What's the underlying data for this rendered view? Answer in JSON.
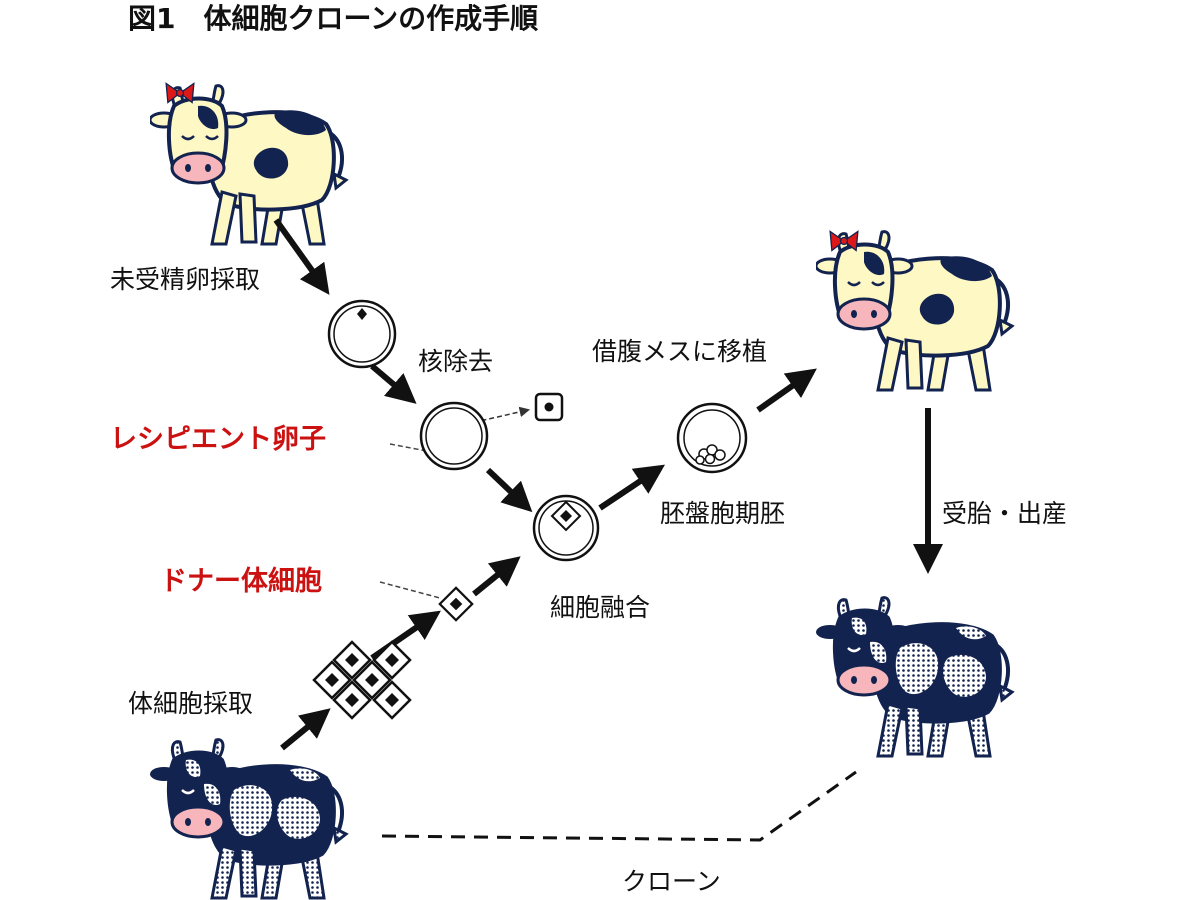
{
  "figure": {
    "title": "図1　体細胞クローンの作成手順"
  },
  "labels": {
    "oocyte_collection": "未受精卵採取",
    "enucleation": "核除去",
    "recipient_oocyte": "レシピエント卵子",
    "donor_cell": "ドナー体細胞",
    "somatic_collection": "体細胞採取",
    "cell_fusion": "細胞融合",
    "blastocyst": "胚盤胞期胚",
    "transfer": "借腹メスに移植",
    "pregnancy_birth": "受胎・出産",
    "clone": "クローン"
  },
  "colors": {
    "cream": "#fdf8c4",
    "navy": "#13234f",
    "nose_pink": "#f7b6bc",
    "bow_red": "#dd1818",
    "label_red": "#cc1111",
    "ink": "#111111"
  },
  "icons": [
    "cow-icon",
    "egg-cell-icon",
    "nucleus-icon",
    "somatic-cell-icon",
    "arrow-icon",
    "bow-icon"
  ]
}
